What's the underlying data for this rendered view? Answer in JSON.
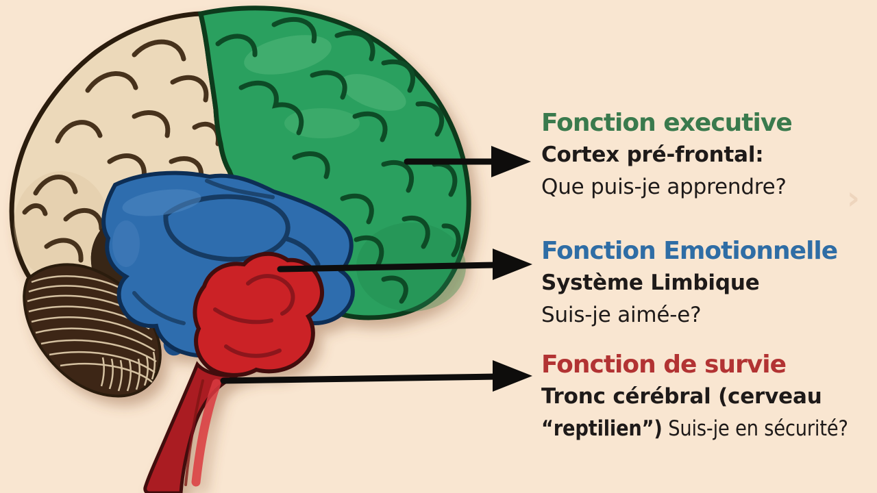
{
  "colors": {
    "background": "#f9e6d1",
    "executive_green_heading": "#3a7a4d",
    "emotional_blue_heading": "#2f6da5",
    "survival_red_heading": "#b23333",
    "body_text": "#1e1a19",
    "prefrontal_fill": "#2ba05f",
    "cortex_fill": "#ecd9ba",
    "limbic_fill": "#2e6dae",
    "brainstem_fill": "#cb2228",
    "cerebellum_fill": "#3c2817",
    "arrow_black": "#0e0d0c"
  },
  "brain": {
    "regions": [
      {
        "name": "cerebral-cortex",
        "color": "#ecd9ba"
      },
      {
        "name": "prefrontal-cortex",
        "color": "#2ba05f"
      },
      {
        "name": "limbic-system",
        "color": "#2e6dae"
      },
      {
        "name": "brainstem",
        "color": "#cb2228"
      },
      {
        "name": "cerebellum",
        "color": "#3c2817"
      }
    ]
  },
  "annotations": [
    {
      "heading": "Fonction executive",
      "subtitle_bold": "Cortex pré-frontal:",
      "question": "Que puis-je apprendre?"
    },
    {
      "heading": "Fonction Emotionnelle",
      "subtitle_bold": "Système Limbique",
      "question": "Suis-je aimé-e?"
    },
    {
      "heading": "Fonction de survie",
      "subtitle_bold_line1": "Tronc cérébral (cerveau",
      "subtitle_bold_line2": "“reptilien”)",
      "question": "Suis-je en sécurité?"
    }
  ],
  "watermark_chevron": "›"
}
